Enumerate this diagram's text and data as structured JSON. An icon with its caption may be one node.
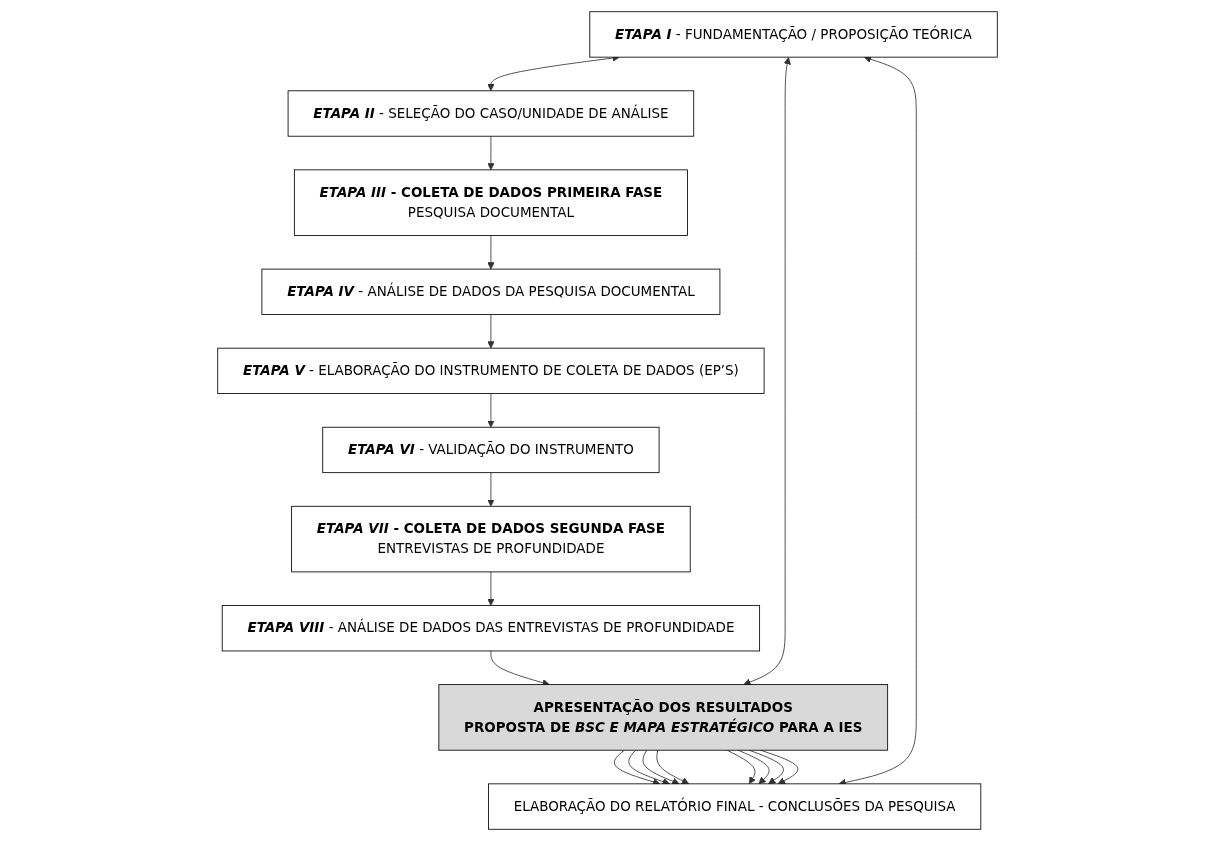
{
  "diagram": {
    "nodes": [
      {
        "text": [
          "*ETAPA I* - FUNDAMENTAÇÃO / PROPOSIÇÃO TEÓRICA"
        ]
      },
      {
        "text": [
          "*ETAPA II* - SELEÇÃO DO CASO/UNIDADE DE ANÁLISE"
        ]
      },
      {
        "text": [
          "*ETAPA III* - COLETA DE DADOS PRIMEIRA FASE",
          "PESQUISA DOCUMENTAL"
        ]
      },
      {
        "text": [
          "*ETAPA IV* - ANÁLISE DE DADOS DA PESQUISA DOCUMENTAL"
        ]
      },
      {
        "text": [
          "*ETAPA V* - ELABORAÇÃO DO INSTRUMENTO DE COLETA DE DADOS (EP’S)"
        ]
      },
      {
        "text": [
          "*ETAPA VI* - VALIDAÇÃO DO INSTRUMENTO"
        ]
      },
      {
        "text": [
          "*ETAPA VII* - COLETA DE DADOS SEGUNDA FASE",
          "ENTREVISTAS DE PROFUNDIDADE"
        ]
      },
      {
        "text": [
          "*ETAPA VIII* - ANÁLISE DE DADOS DAS ENTREVISTAS DE PROFUNDIDADE"
        ]
      },
      {
        "text": [
          "APRESENTAÇÃO DOS RESULTADOS",
          "PROPOSTA DE *BSC E MAPA ESTRATÉGICO* PARA A IES"
        ]
      },
      {
        "text": [
          "ELABORAÇÃO DO RELATÓRIO FINAL - CONCLUSÕES DA PESQUISA"
        ]
      }
    ],
    "edges": [
      {
        "from": 0,
        "to": 1,
        "arrow": "both"
      },
      {
        "from": 1,
        "to": 2,
        "arrow": "to"
      },
      {
        "from": 2,
        "to": 3,
        "arrow": "to"
      },
      {
        "from": 3,
        "to": 4,
        "arrow": "to"
      },
      {
        "from": 4,
        "to": 5,
        "arrow": "to"
      },
      {
        "from": 5,
        "to": 6,
        "arrow": "to"
      },
      {
        "from": 6,
        "to": 7,
        "arrow": "to"
      },
      {
        "from": 7,
        "to": 8,
        "arrow": "to"
      },
      {
        "from": 0,
        "to": 8,
        "arrow": "both"
      },
      {
        "from": 8,
        "to": 9,
        "arrow": "to"
      },
      {
        "from": 8,
        "to": 9,
        "arrow": "to"
      },
      {
        "from": 8,
        "to": 9,
        "arrow": "to"
      },
      {
        "from": 8,
        "to": 9,
        "arrow": "to"
      },
      {
        "from": 8,
        "to": 9,
        "arrow": "to"
      },
      {
        "from": 8,
        "to": 9,
        "arrow": "to"
      },
      {
        "from": 8,
        "to": 9,
        "arrow": "to"
      },
      {
        "from": 8,
        "to": 9,
        "arrow": "to"
      },
      {
        "from": 0,
        "to": 9,
        "arrow": "both"
      }
    ]
  }
}
